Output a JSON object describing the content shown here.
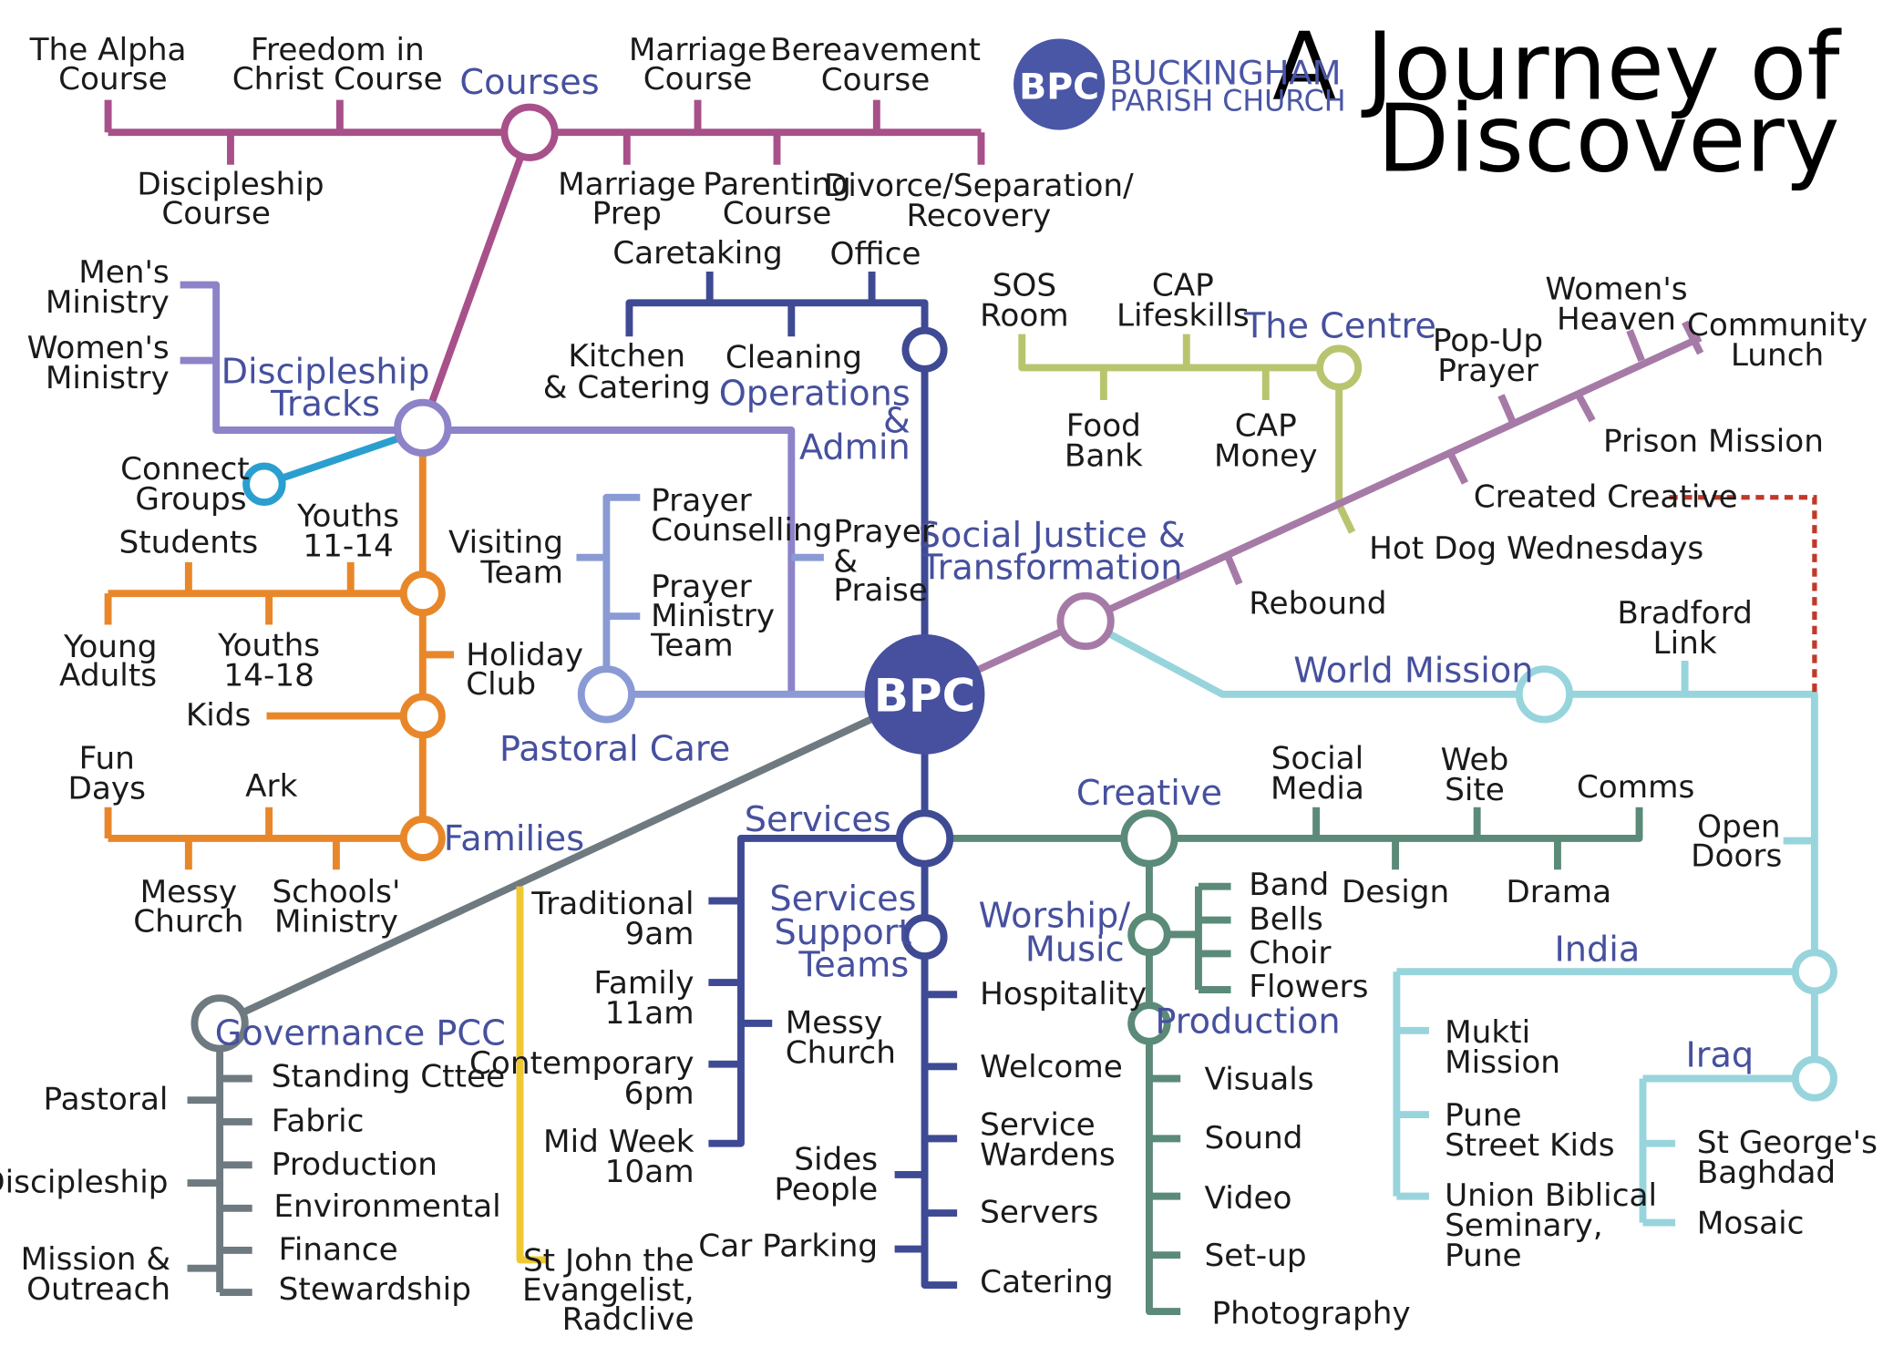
{
  "title": [
    "A Journey of",
    "Discovery"
  ],
  "logo": {
    "mark": "BPC",
    "line1": "BUCKINGHAM",
    "line2": "PARISH CHURCH"
  },
  "center": "BPC",
  "colors": {
    "courses": "#a8508a",
    "discipleship": "#8c83c8",
    "connect": "#2a9fcf",
    "families": "#e8872a",
    "pastoral": "#8a9ad4",
    "operations": "#3f4a94",
    "centre": "#b9c46e",
    "social": "#a67aa6",
    "world": "#98d4dc",
    "creative": "#5b8a78",
    "services": "#3f4a94",
    "governance": "#6e7a80",
    "stjohn": "#f0c832",
    "link": "#c0392b",
    "hubtext": "#46509e"
  },
  "hubs": {
    "courses": "Courses",
    "discipleship": [
      "Discipleship",
      "Tracks"
    ],
    "operations": [
      "Operations",
      "&",
      "Admin"
    ],
    "centre": "The Centre",
    "social": [
      "Social Justice &",
      "Transformation"
    ],
    "world": "World Mission",
    "pastoral": "Pastoral Care",
    "families": "Families",
    "services": "Services",
    "creative": "Creative",
    "support": [
      "Services",
      "Support",
      "Teams"
    ],
    "worship": [
      "Worship/",
      "Music"
    ],
    "production": "Production",
    "governance": "Governance PCC",
    "india": "India",
    "iraq": "Iraq"
  },
  "courses": {
    "alpha": [
      "The Alpha",
      "Course"
    ],
    "freedom": [
      "Freedom in",
      "Christ Course"
    ],
    "marriage_course": [
      "Marriage",
      "Course"
    ],
    "bereavement": [
      "Bereavement",
      "Course"
    ],
    "discipleship_course": [
      "Discipleship",
      "Course"
    ],
    "marriage_prep": [
      "Marriage",
      "Prep"
    ],
    "parenting": [
      "Parenting",
      "Course"
    ],
    "divorce": [
      "Divorce/Separation/",
      "Recovery"
    ]
  },
  "discipleship": {
    "mens": [
      "Men's",
      "Ministry"
    ],
    "womens": [
      "Women's",
      "Ministry"
    ],
    "connect": [
      "Connect",
      "Groups"
    ]
  },
  "families": {
    "students": "Students",
    "youths1114": [
      "Youths",
      "11-14"
    ],
    "young_adults": [
      "Young",
      "Adults"
    ],
    "youths1418": [
      "Youths",
      "14-18"
    ],
    "holiday": [
      "Holiday",
      "Club"
    ],
    "kids": "Kids",
    "fun_days": [
      "Fun",
      "Days"
    ],
    "ark": "Ark",
    "messy": [
      "Messy",
      "Church"
    ],
    "schools": [
      "Schools'",
      "Ministry"
    ]
  },
  "operations": {
    "caretaking": "Caretaking",
    "office": "Office",
    "kitchen": [
      "Kitchen",
      "& Catering"
    ],
    "cleaning": "Cleaning"
  },
  "pastoral": {
    "visiting": [
      "Visiting",
      "Team"
    ],
    "counselling": [
      "Prayer",
      "Counselling"
    ],
    "prayer_ministry": [
      "Prayer",
      "Ministry",
      "Team"
    ],
    "prayer_praise": [
      "Prayer",
      "&",
      "Praise"
    ]
  },
  "centre": {
    "sos": [
      "SOS",
      "Room"
    ],
    "cap_life": [
      "CAP",
      "Lifeskills"
    ],
    "food": [
      "Food",
      "Bank"
    ],
    "cap_money": [
      "CAP",
      "Money"
    ],
    "hotdog": "Hot Dog Wednesdays"
  },
  "social": {
    "popup": [
      "Pop-Up",
      "Prayer"
    ],
    "womens_heaven": [
      "Women's",
      "Heaven"
    ],
    "community": [
      "Community",
      "Lunch"
    ],
    "prison": "Prison Mission",
    "created": "Created Creative",
    "rebound": "Rebound"
  },
  "world": {
    "bradford": [
      "Bradford",
      "Link"
    ],
    "open_doors": [
      "Open",
      "Doors"
    ],
    "mukti": [
      "Mukti",
      "Mission"
    ],
    "pune_kids": [
      "Pune",
      "Street Kids"
    ],
    "union": [
      "Union Biblical",
      "Seminary,",
      "Pune"
    ],
    "st_georges": [
      "St George's",
      "Baghdad"
    ],
    "mosaic": "Mosaic"
  },
  "services": {
    "traditional": [
      "Traditional",
      "9am"
    ],
    "family": [
      "Family",
      "11am"
    ],
    "contemporary": [
      "Contemporary",
      "6pm"
    ],
    "midweek": [
      "Mid Week",
      "10am"
    ],
    "messy": [
      "Messy",
      "Church"
    ]
  },
  "support": {
    "hospitality": "Hospitality",
    "welcome": "Welcome",
    "wardens": [
      "Service",
      "Wardens"
    ],
    "sides": [
      "Sides",
      "People"
    ],
    "servers": "Servers",
    "parking": "Car Parking",
    "catering": "Catering"
  },
  "creative": {
    "social_media": [
      "Social",
      "Media"
    ],
    "website": [
      "Web",
      "Site"
    ],
    "comms": "Comms",
    "design": "Design",
    "drama": "Drama",
    "band": "Band",
    "bells": "Bells",
    "choir": "Choir",
    "flowers": "Flowers",
    "visuals": "Visuals",
    "sound": "Sound",
    "video": "Video",
    "setup": "Set-up",
    "photography": "Photography"
  },
  "governance": {
    "standing": "Standing Cttee",
    "fabric": "Fabric",
    "production": "Production",
    "environmental": "Environmental",
    "finance": "Finance",
    "stewardship": "Stewardship",
    "pastoral": "Pastoral",
    "discipleship": "Discipleship",
    "mission": [
      "Mission &",
      "Outreach"
    ]
  },
  "stjohn": [
    "St John the",
    "Evangelist,",
    "Radclive"
  ]
}
